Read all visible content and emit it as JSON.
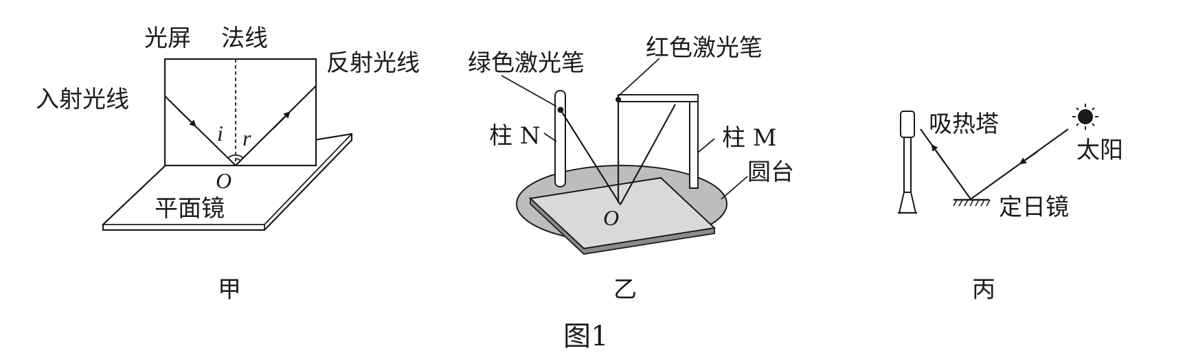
{
  "figure_caption": "图1",
  "panels": {
    "jia": {
      "caption": "甲",
      "labels": {
        "screen": "光屏",
        "normal": "法线",
        "incident": "入射光线",
        "reflected": "反射光线",
        "angle_i": "i",
        "angle_r": "r",
        "point": "O",
        "mirror": "平面镜"
      }
    },
    "yi": {
      "caption": "乙",
      "labels": {
        "green_laser": "绿色激光笔",
        "red_laser": "红色激光笔",
        "pillar_n": "柱 N",
        "pillar_m": "柱 M",
        "stage": "圆台",
        "point": "O"
      }
    },
    "bing": {
      "caption": "丙",
      "labels": {
        "tower": "吸热塔",
        "sun": "太阳",
        "heliostat": "定日镜"
      }
    }
  },
  "colors": {
    "ink": "#1a1a1a",
    "stage_fill": "#bdbdbd",
    "background": "#ffffff"
  }
}
